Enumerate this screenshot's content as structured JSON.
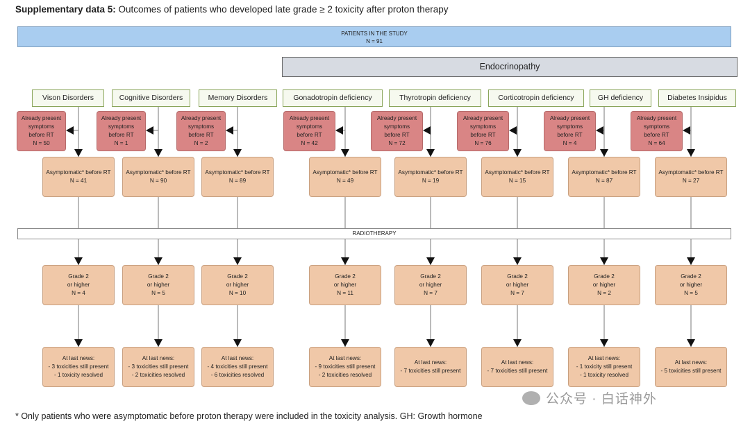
{
  "title": {
    "bold": "Supplementary data 5:",
    "rest": " Outcomes of patients who developed late grade ≥ 2 toxicity after proton therapy"
  },
  "study": {
    "line1": "PATIENTS IN THE STUDY",
    "line2": "N = 91"
  },
  "endocrinopathy_label": "Endocrinopathy",
  "radiotherapy_label": "RADIOTHERAPY",
  "columns": [
    {
      "category": "Vison Disorders",
      "present": [
        "Already present",
        "symptoms",
        "before RT",
        "N = 50"
      ],
      "asymp": [
        "Asymptomatic* before RT",
        "N = 41"
      ],
      "grade": [
        "Grade 2",
        "or higher",
        "N = 4"
      ],
      "news": [
        "At last news:",
        "- 3 toxicities still present",
        "- 1 toxicity resolved"
      ]
    },
    {
      "category": "Cognitive Disorders",
      "present": [
        "Already present",
        "symptoms",
        "before RT",
        "N = 1"
      ],
      "asymp": [
        "Asymptomatic* before RT",
        "N = 90"
      ],
      "grade": [
        "Grade 2",
        "or higher",
        "N = 5"
      ],
      "news": [
        "At last news:",
        "- 3 toxicities still present",
        "- 2 toxicities resolved"
      ]
    },
    {
      "category": "Memory Disorders",
      "present": [
        "Already present",
        "symptoms",
        "before RT",
        "N = 2"
      ],
      "asymp": [
        "Asymptomatic* before RT",
        "N = 89"
      ],
      "grade": [
        "Grade 2",
        "or higher",
        "N = 10"
      ],
      "news": [
        "At last news:",
        "- 4 toxicities still present",
        "- 6 toxicities resolved"
      ]
    },
    {
      "category": "Gonadotropin deficiency",
      "present": [
        "Already present",
        "symptoms",
        "before RT",
        "N = 42"
      ],
      "asymp": [
        "Asymptomatic* before RT",
        "N = 49"
      ],
      "grade": [
        "Grade 2",
        "or higher",
        "N = 11"
      ],
      "news": [
        "At last news:",
        "- 9 toxicities still present",
        "- 2 toxicities resolved"
      ]
    },
    {
      "category": "Thyrotropin deficiency",
      "present": [
        "Already present",
        "symptoms",
        "before RT",
        "N = 72"
      ],
      "asymp": [
        "Asymptomatic* before RT",
        "N = 19"
      ],
      "grade": [
        "Grade 2",
        "or higher",
        "N = 7"
      ],
      "news": [
        "At last news:",
        "- 7 toxicities still present"
      ]
    },
    {
      "category": "Corticotropin deficiency",
      "present": [
        "Already present",
        "symptoms",
        "before RT",
        "N = 76"
      ],
      "asymp": [
        "Asymptomatic* before RT",
        "N = 15"
      ],
      "grade": [
        "Grade 2",
        "or higher",
        "N = 7"
      ],
      "news": [
        "At last news:",
        "- 7 toxicities still present"
      ]
    },
    {
      "category": "GH deficiency",
      "present": [
        "Already present",
        "symptoms",
        "before RT",
        "N = 4"
      ],
      "asymp": [
        "Asymptomatic* before RT",
        "N = 87"
      ],
      "grade": [
        "Grade 2",
        "or higher",
        "N = 2"
      ],
      "news": [
        "At last news:",
        "- 1 toxicity still present",
        "- 1 toxicity resolved"
      ]
    },
    {
      "category": "Diabetes Insipidus",
      "present": [
        "Already present",
        "symptoms",
        "before RT",
        "N = 64"
      ],
      "asymp": [
        "Asymptomatic* before RT",
        "N = 27"
      ],
      "grade": [
        "Grade 2",
        "or higher",
        "N = 5"
      ],
      "news": [
        "At last news:",
        "- 5 toxicities still present"
      ]
    }
  ],
  "footnote": "* Only patients who were asymptomatic before proton therapy were included in the toxicity analysis. GH: Growth hormone",
  "watermark": "公众号 · 白话神外"
}
